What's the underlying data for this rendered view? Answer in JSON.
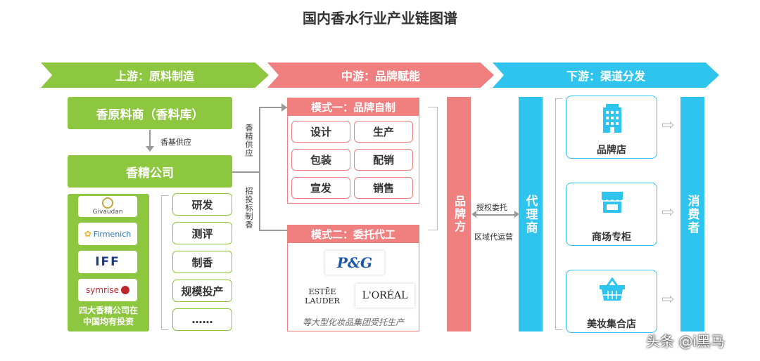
{
  "title": "国内香水行业产业链图谱",
  "bands": {
    "upstream": "上游：原料制造",
    "midstream": "中游：品牌赋能",
    "downstream": "下游：渠道分发"
  },
  "upstream": {
    "raw_supplier": "香原料商（香料库）",
    "base_supply_label": "香基供应",
    "flavor_company": "香精公司",
    "logos": [
      "Givaudan",
      "Firmenich",
      "IFF",
      "symrise"
    ],
    "logos_caption_line1": "四大香精公司在",
    "logos_caption_line2": "中国均有投资",
    "services": [
      "研发",
      "测评",
      "制香",
      "规模投产",
      "……"
    ],
    "supply_vertical": "香精供应",
    "bidding_vertical": "招投标制香"
  },
  "midstream": {
    "mode1_title": "模式一：品牌自制",
    "mode1_items": [
      "设计",
      "生产",
      "包装",
      "配销",
      "宣发",
      "销售"
    ],
    "mode2_title": "模式二：委托代工",
    "mode2_logos": [
      "P&G",
      "ESTĒE LAUDER",
      "L'ORÉAL"
    ],
    "mode2_caption": "等大型化妆品集团受托生产",
    "brand_party": "品牌方",
    "authorize_label": "授权委托",
    "regional_label": "区域代运营"
  },
  "downstream": {
    "agent": "代理商",
    "channels": [
      "品牌店",
      "商场专柜",
      "美妆集合店"
    ],
    "consumer": "消费者"
  },
  "watermark": "头条 @i黑马",
  "colors": {
    "green": "#8dc63f",
    "pink": "#f08080",
    "blue": "#2ec4ee"
  }
}
